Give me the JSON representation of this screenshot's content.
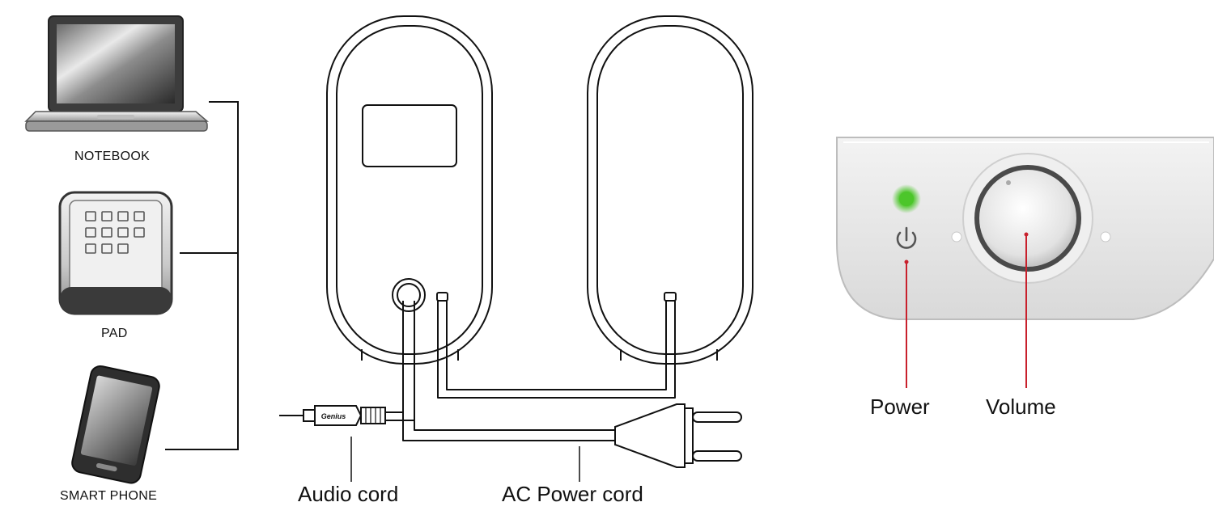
{
  "devices": {
    "notebook_label": "NOTEBOOK",
    "pad_label": "PAD",
    "phone_label": "SMART PHONE"
  },
  "speakers": {
    "audio_cord_label": "Audio cord",
    "ac_power_cord_label": "AC Power cord",
    "plug_brand": "Genius"
  },
  "control_panel": {
    "power_label": "Power",
    "volume_label": "Volume"
  },
  "colors": {
    "line": "#111111",
    "callout_red": "#c8202c",
    "power_led": "#4cc62a",
    "panel_face": "#e6e6e6"
  }
}
